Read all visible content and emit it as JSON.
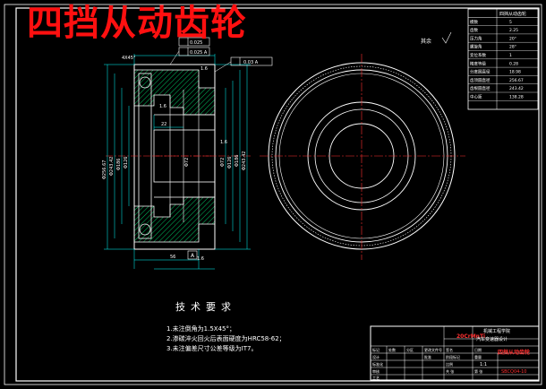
{
  "title": "四挡从动齿轮",
  "roughness_note": "其余",
  "technical_requirements": {
    "heading": "技术要求",
    "lines": [
      "1.未注倒角为1.5X45°；",
      "2.渗碳淬火回火后表面硬度为HRC58-62；",
      "3.未注偏差尺寸公差等级为IT7。"
    ]
  },
  "gear_params": {
    "header": "四挡从动齿轮",
    "rows": [
      [
        "模数",
        "5"
      ],
      [
        "齿数",
        "2.25"
      ],
      [
        "压力角",
        "20°"
      ],
      [
        "螺旋角",
        "28°"
      ],
      [
        "变位系数",
        "1"
      ],
      [
        "精度等级",
        "0.28"
      ],
      [
        "分度圆直径",
        "18.98"
      ],
      [
        "齿顶圆直径",
        "256.67"
      ],
      [
        "齿根圆直径",
        "243.42"
      ],
      [
        "中心距",
        "138.28"
      ]
    ]
  },
  "title_block": {
    "material": "20CrMnTi",
    "school": "机械工程学院",
    "project": "汽车变速器设计",
    "part_name": "四挡从动齿轮",
    "drawing_no": "SBCQ04-10",
    "ratio": "1:1",
    "labels": [
      "标记",
      "处数",
      "分区",
      "更改文件号",
      "签名",
      "日期",
      "设计",
      "标准化",
      "审核",
      "工艺",
      "批准",
      "阶段标记",
      "重量",
      "比例",
      "共 张",
      "第 张"
    ]
  },
  "tolerances": {
    "frame_a": "0.025",
    "frame_b": "0.025 A",
    "frame_c": "0.03 A",
    "datum": "A"
  },
  "dimensions": {
    "d_outer": "Φ256.67",
    "d_root": "Φ243.42",
    "d_hub": "Φ186",
    "d_bore": "Φ126",
    "d_inner": "Φ72",
    "width_total": "56",
    "width_web": "22",
    "chamfer": "4X45°",
    "roughness": "1.6"
  },
  "colors": {
    "background": "#000000",
    "line": "#ffffff",
    "hatch": "#00c060",
    "center": "#ff3030",
    "dimension": "#00ffff",
    "red_text": "#ff1010",
    "magenta": "#ff00ff",
    "yellow": "#ffff00"
  }
}
